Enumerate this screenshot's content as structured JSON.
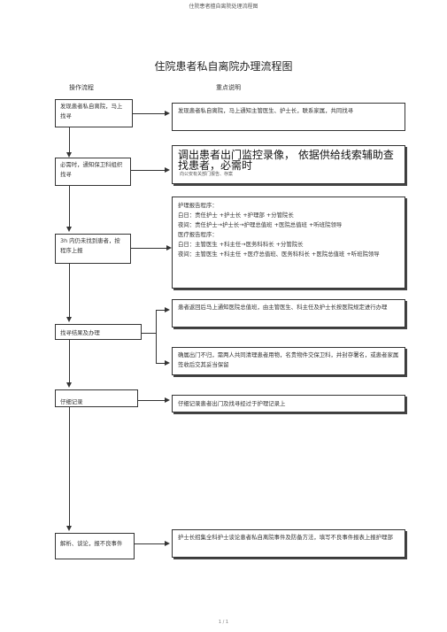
{
  "header": "住院患者擅自离院处理流程图",
  "title": "住院患者私自离院办理流程图",
  "col_left": "操作流程",
  "col_right": "重点说明",
  "left_steps": [
    "发现患者私自离院，马上找寻",
    "必需时，通知保卫科组织找寻",
    "3h 内仍未找到患者，按程序上报",
    "找寻结果及办理",
    "仔细记录",
    "解析、谈论，报不良事件"
  ],
  "right_notes": {
    "n1": "发现患者私自离院，马上通知主管医生、护士长，联系家属，共同找寻",
    "n2_big": "调出患者出门监控录像， 依据供给线索辅助查找患者，必需时",
    "n2_small": "向公安有关部门报告、存案",
    "n3_lines": [
      "护理报告程序：",
      "白日：责任护士 +护士长 +护理部 +分管院长",
      "夜间：责任护士→护士长→护理总值班      +医院总值班 +听班院领导",
      "医疗报告程序：",
      "白日：主管医生 +科主任→医务科科长      +分管院长",
      "夜间：主管医生 +科主任 +医疗总值班、医务科科长      +医院总值班 +听班院领导"
    ],
    "n4": "患者返回后马上通知医院总值班，由主管医生、科主任及护士长按医院规定进行办理",
    "n5": "确属出门不归，需两人共同清理患者用物，名贵物件交保卫科，并封存署名，或患者家属签收后交其妥当保留",
    "n6": "仔细记录患者出门及找寻经过于护理记录上",
    "n7": "护士长招集全科护士谈论患者私自离院事件及防备方法，填写不良事件报表上报护理部"
  },
  "footer": "1 / 1"
}
